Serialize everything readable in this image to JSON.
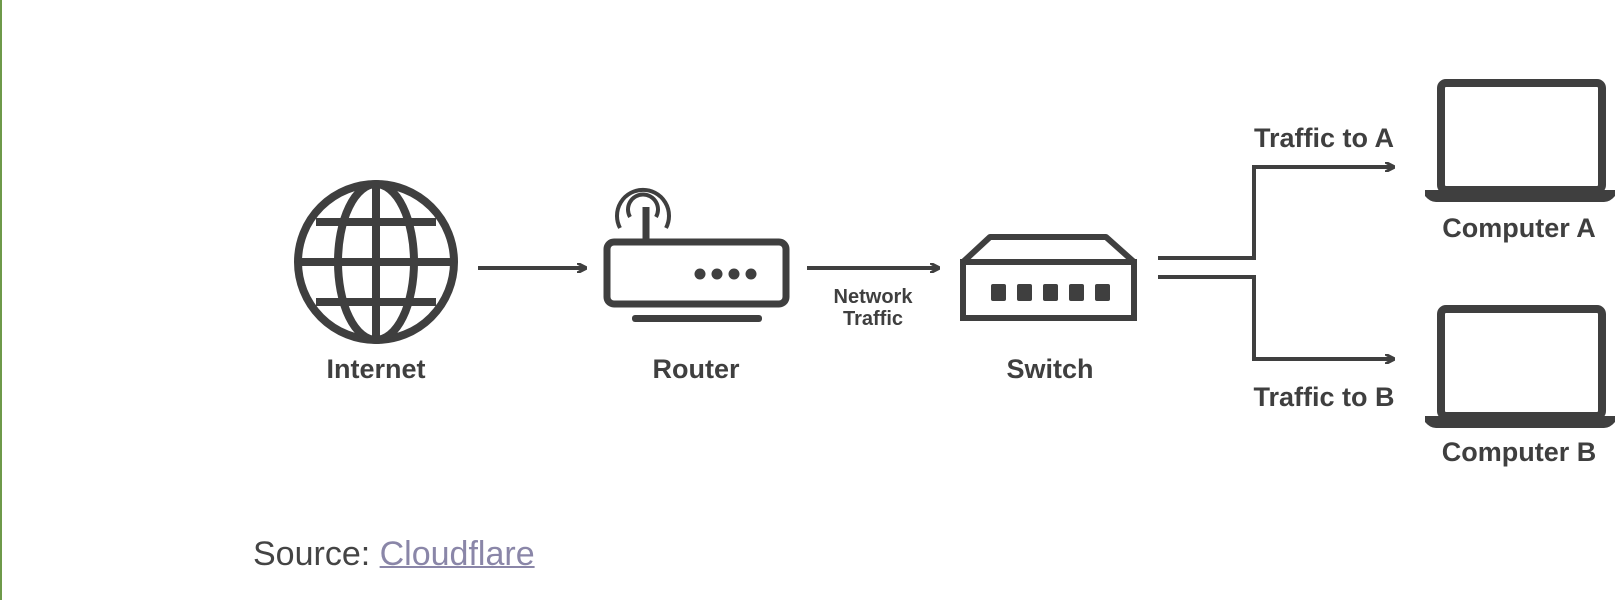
{
  "diagram": {
    "labels": {
      "internet": "Internet",
      "router": "Router",
      "network_traffic_line1": "Network",
      "network_traffic_line2": "Traffic",
      "switch": "Switch",
      "traffic_to_a": "Traffic to A",
      "traffic_to_b": "Traffic to B",
      "computer_a": "Computer A",
      "computer_b": "Computer B"
    },
    "icon_color": "#3f3f3f"
  },
  "source": {
    "prefix": "Source: ",
    "link_text": "Cloudflare",
    "link_color": "#8a86a8"
  }
}
